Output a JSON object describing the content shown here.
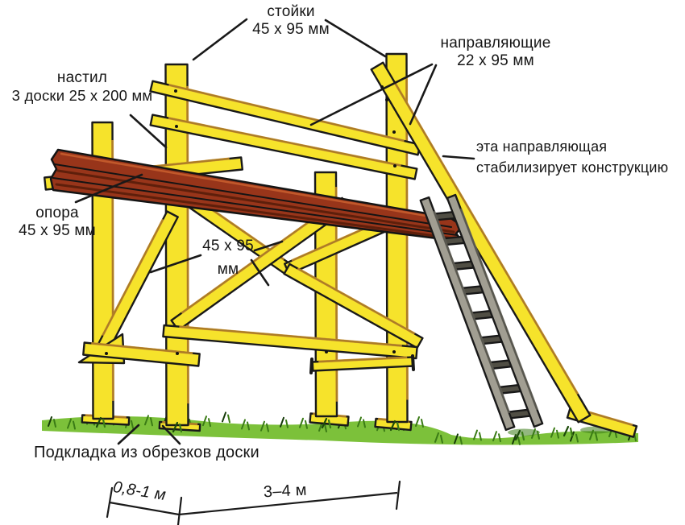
{
  "diagram": {
    "type": "scaffold-construction-diagram",
    "labels": {
      "posts": {
        "line1": "стойки",
        "line2": "45 х 95 мм"
      },
      "guides": {
        "line1": "направляющие",
        "line2": "22 х 95 мм"
      },
      "deck": {
        "line1": "настил",
        "line2": "3 доски 25 х 200 мм"
      },
      "stabilizer": {
        "line1": "эта направляющая",
        "line2": "стабилизирует конструкцию"
      },
      "support": {
        "line1": "опора",
        "line2": "45 х 95 мм"
      },
      "brace": {
        "line1": "45 х 95",
        "line2": "мм"
      },
      "base_pads": "Подкладка из обрезков доски"
    },
    "dimensions": {
      "left_span": "0,8-1 м",
      "right_span": "3–4 м"
    },
    "colors": {
      "wood_yellow": "#F6E32B",
      "wood_shade": "#DE9E2C",
      "outline": "#191919",
      "deck_brown": "#98351A",
      "deck_dark": "#5E1F0B",
      "deck_light": "#C2592B",
      "ladder_gray": "#A19E92",
      "ladder_dark": "#504E44",
      "grass_green": "#7CC13A",
      "grass_dark": "#3A7B15",
      "text": "#161616"
    }
  }
}
